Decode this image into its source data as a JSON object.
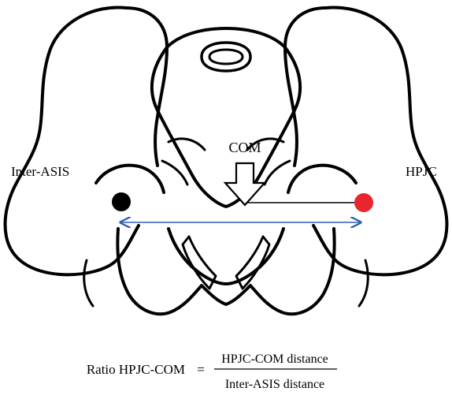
{
  "labels": {
    "com": "COM",
    "inter_asis": "Inter-ASIS",
    "hpjc": "HPJC"
  },
  "formula": {
    "lhs": "Ratio HPJC-COM",
    "equals": "=",
    "numerator": "HPJC-COM distance",
    "denominator": "Inter-ASIS distance"
  },
  "colors": {
    "outline": "#000000",
    "hpjc_marker": "#e8262b",
    "asis_marker": "#000000",
    "distance_arrow": "#2f5fb3"
  },
  "icons": {
    "com_arrow": "down-arrow-outline",
    "distance_arrow": "double-headed-arrow"
  }
}
